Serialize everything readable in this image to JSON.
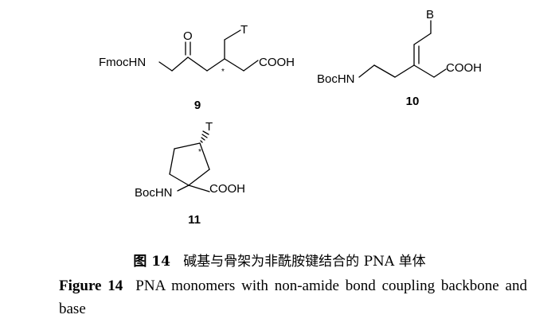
{
  "compounds": [
    {
      "number": "9",
      "labels": {
        "protecting_group": "FmocHN",
        "carbonyl_o": "O",
        "nucleobase": "T",
        "acid": "COOH",
        "stereocenter": "*"
      }
    },
    {
      "number": "10",
      "labels": {
        "protecting_group": "BocHN",
        "nucleobase": "B",
        "acid": "COOH"
      }
    },
    {
      "number": "11",
      "labels": {
        "protecting_group": "BocHN",
        "nucleobase": "T",
        "acid": "COOH",
        "stereocenter": "*"
      }
    }
  ],
  "caption": {
    "cn_label": "图 14",
    "cn_text": "碱基与骨架为非酰胺键结合的 PNA 单体",
    "en_label": "Figure 14",
    "en_text": "PNA monomers with non-amide bond coupling backbone and base"
  }
}
